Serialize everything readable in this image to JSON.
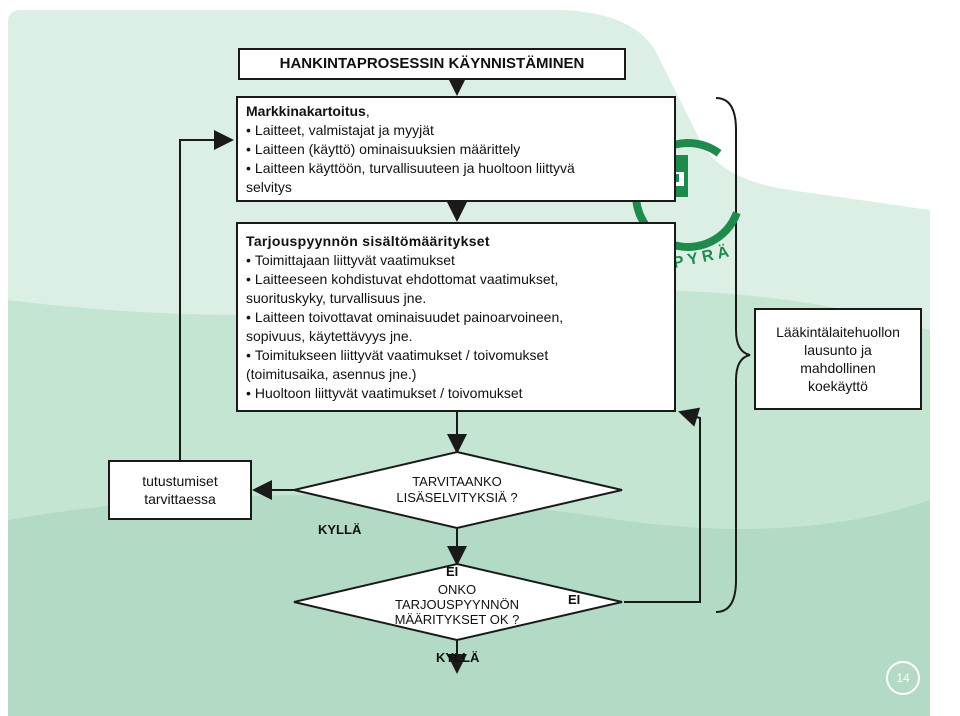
{
  "colors": {
    "mint": "#d7ede2",
    "green": "#b8dfc9",
    "dark_green": "#1f8a4c",
    "line": "#1a1a1a"
  },
  "title": "HANKINTAPROSESSIN KÄYNNISTÄMINEN",
  "market": {
    "heading": "Markkinakartoitus",
    "heading_suffix": ",",
    "items": [
      "Laitteet, valmistajat ja myyjät",
      "Laitteen (käyttö) ominaisuuksien määrittely",
      "Laitteen käyttöön, turvallisuuteen ja huoltoon liittyvä",
      "selvitys"
    ]
  },
  "spec": {
    "heading": "Tarjouspyynnön sisältömääritykset",
    "lines": [
      "Toimittajaan liittyvät vaatimukset",
      "Laitteeseen kohdistuvat ehdottomat vaatimukset,",
      "suorituskyky, turvallisuus jne.",
      "Laitteen toivottavat ominaisuudet painoarvoineen,",
      "sopivuus, käytettävyys jne.",
      "Toimitukseen liittyvät vaatimukset / toivomukset",
      "(toimitusaika, asennus jne.)",
      "Huoltoon liittyvät vaatimukset / toivomukset"
    ]
  },
  "right_box": [
    "Lääkintälaitehuollon",
    "lausunto ja",
    "mahdollinen",
    "koekäyttö"
  ],
  "left_box": [
    "tutustumiset",
    "tarvittaessa"
  ],
  "decision1": [
    "TARVITAANKO",
    "LISÄSELVITYKSIÄ ?"
  ],
  "decision2": [
    "ONKO",
    "TARJOUSPYYNNÖN",
    "MÄÄRITYKSET OK ?"
  ],
  "labels": {
    "kylla1": "KYLLÄ",
    "ei1": "EI",
    "ei2": "EI",
    "kylla2": "KYLLÄ"
  },
  "logo": {
    "text": "YMPYRÄ",
    "icon": "medical-cross-logo-icon"
  },
  "page_number": "14"
}
